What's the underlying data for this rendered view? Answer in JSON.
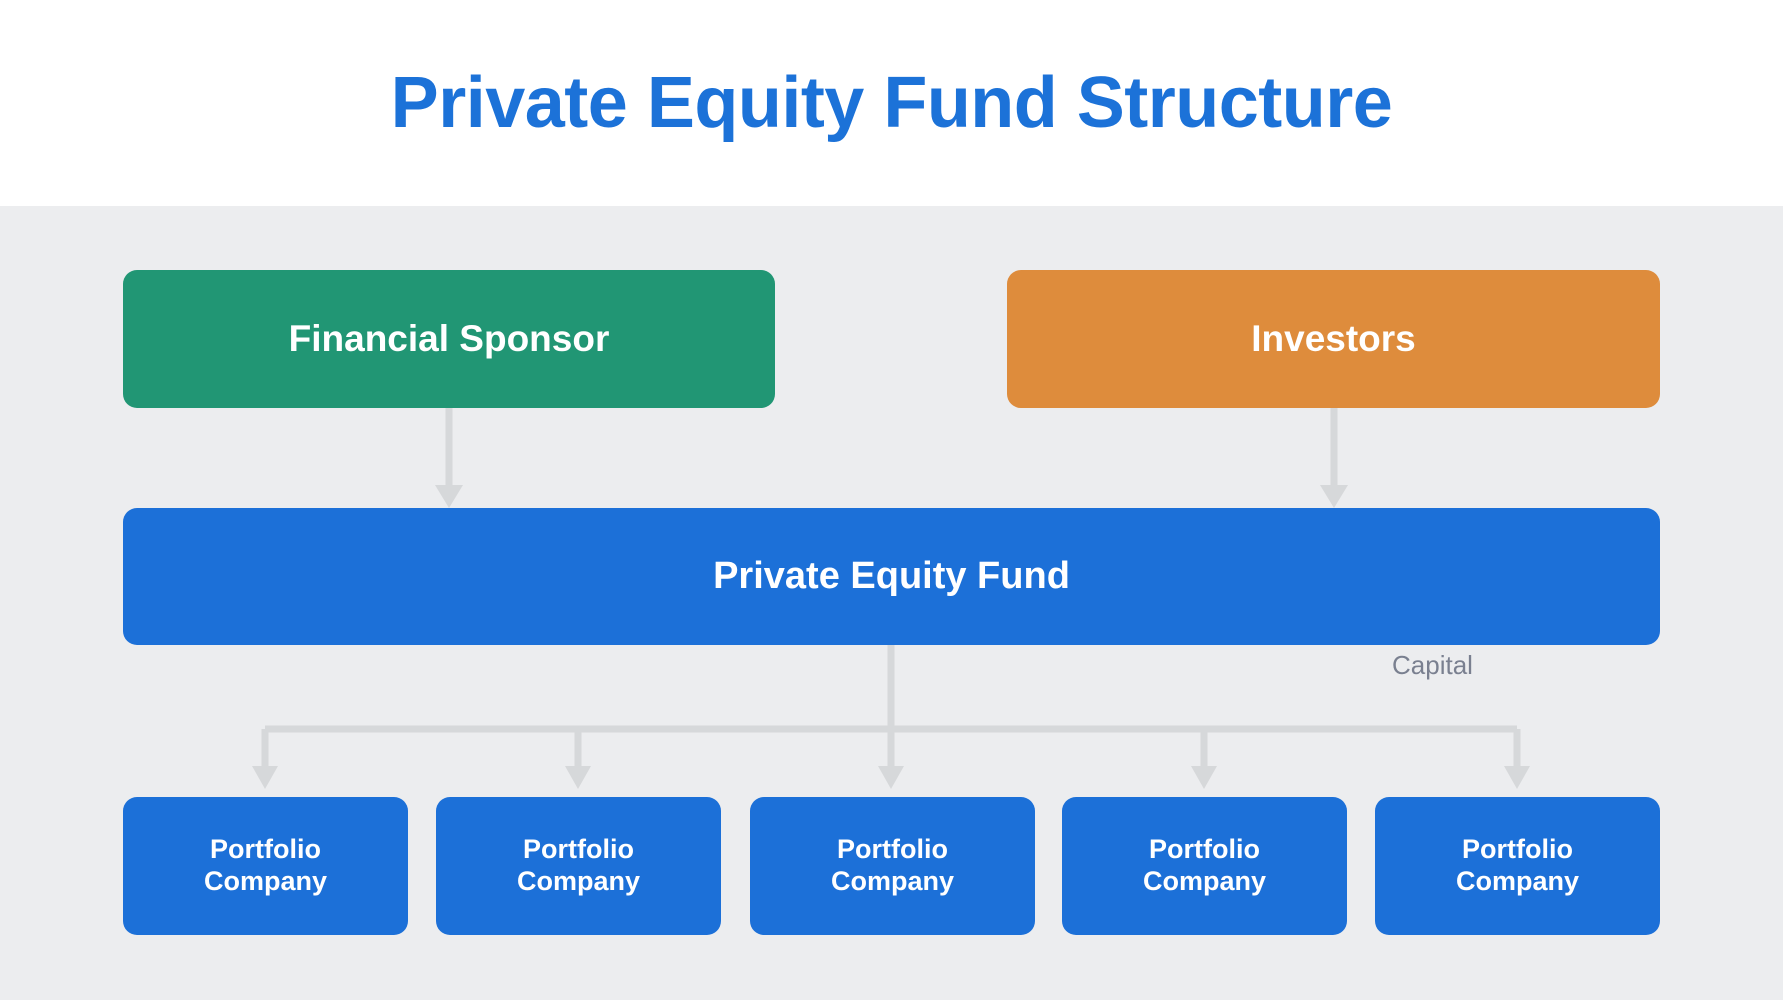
{
  "header": {
    "title": "Private Equity Fund Structure",
    "title_color": "#1C72D8"
  },
  "diagram": {
    "background_color": "#ecedef",
    "connector_color": "#d6d8da",
    "nodes": {
      "financial_sponsor": {
        "label": "Financial Sponsor",
        "color": "#219674"
      },
      "investors": {
        "label": "Investors",
        "color": "#DE8C3C"
      },
      "pe_fund": {
        "label": "Private Equity Fund",
        "color": "#1C70D8"
      }
    },
    "edge_labels": {
      "capital": "Capital"
    },
    "portfolio_companies": [
      {
        "line1": "Portfolio",
        "line2": "Company",
        "color": "#1C70D8"
      },
      {
        "line1": "Portfolio",
        "line2": "Company",
        "color": "#1C70D8"
      },
      {
        "line1": "Portfolio",
        "line2": "Company",
        "color": "#1C70D8"
      },
      {
        "line1": "Portfolio",
        "line2": "Company",
        "color": "#1C70D8"
      },
      {
        "line1": "Portfolio",
        "line2": "Company",
        "color": "#1C70D8"
      }
    ]
  }
}
